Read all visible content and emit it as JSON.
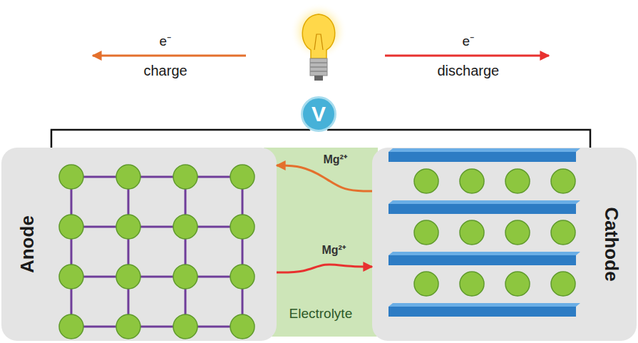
{
  "diagram": {
    "nodes": [
      {
        "text": [
          "V"
        ]
      },
      {
        "text": [
          "Anode"
        ]
      },
      {
        "text": [
          "Electrolyte"
        ]
      },
      {
        "text": [
          "Cathode"
        ]
      }
    ],
    "edges": [
      {
        "from": 3,
        "to": 1,
        "label": "Mg²⁺",
        "arrow": "to"
      },
      {
        "from": 1,
        "to": 3,
        "label": "Mg²⁺",
        "arrow": "to"
      },
      {
        "from": 1,
        "to": 0,
        "arrow": "none"
      },
      {
        "from": 0,
        "to": 3,
        "arrow": "none"
      }
    ],
    "labels": [
      "e⁻",
      "charge",
      "e⁻",
      "discharge"
    ]
  }
}
